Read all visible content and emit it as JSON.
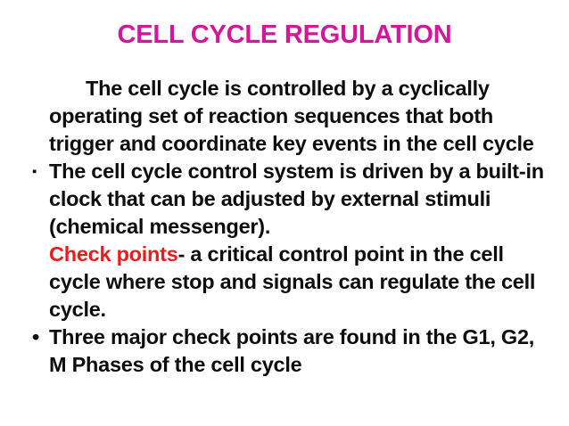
{
  "slide": {
    "title": "CELL CYCLE REGULATION",
    "title_color": "#D4169B",
    "body_color": "#0d0d0d",
    "accent_color": "#ED1C1C",
    "background_color": "#ffffff"
  },
  "blocks": [
    {
      "bullet": "",
      "bullet_type": "none",
      "text": "The cell cycle is controlled by a cyclically operating set of reaction sequences that both trigger and coordinate key events in the cell cycle"
    },
    {
      "bullet": "▪",
      "bullet_type": "square",
      "text": "The cell cycle control system is driven by a built-in clock that can be adjusted by external stimuli (chemical messenger)."
    },
    {
      "bullet": "",
      "bullet_type": "none",
      "highlight": "Check points",
      "text": "- a critical control point in the cell cycle where stop and signals can regulate the cell cycle."
    },
    {
      "bullet": "•",
      "bullet_type": "disc",
      "text": "Three major check points are found in the G1, G2, M Phases of the cell cycle"
    }
  ]
}
